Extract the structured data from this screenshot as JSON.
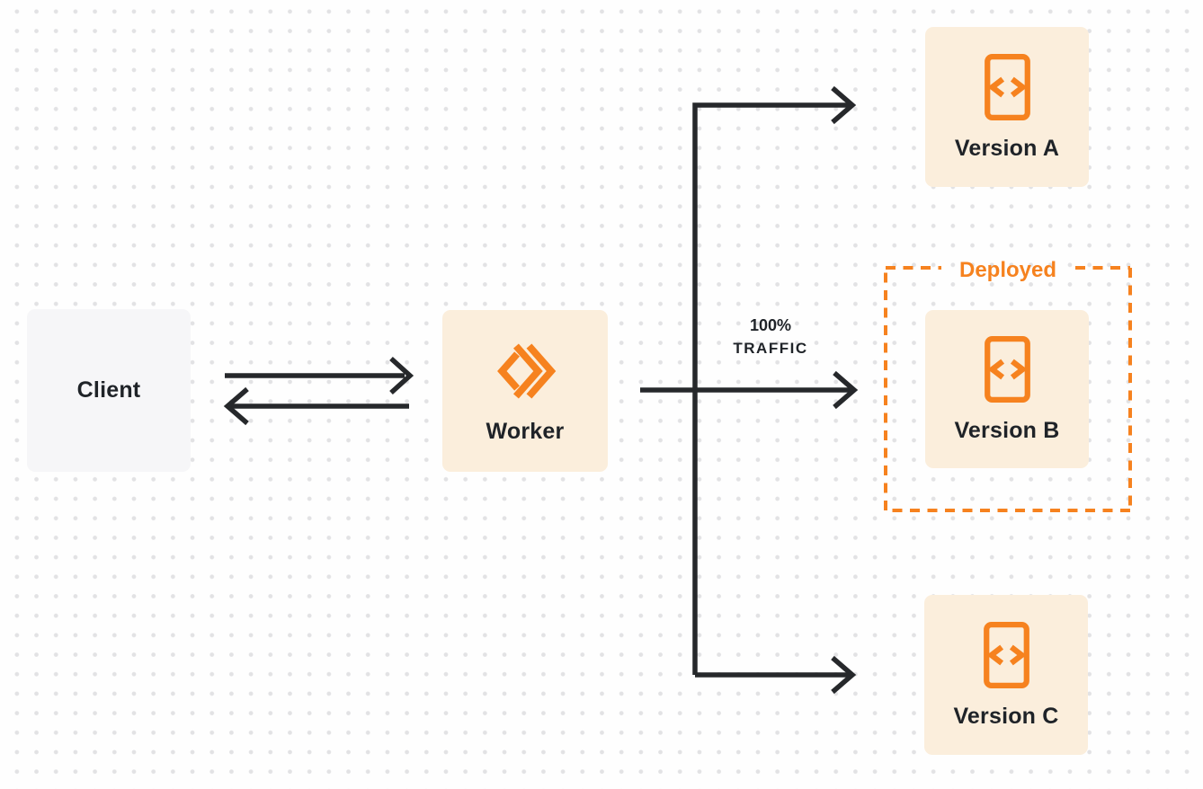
{
  "colors": {
    "orange": "#F6821F",
    "cream": "#FBEEDC",
    "graybox": "#F6F6F8",
    "arrow": "#26282B",
    "text": "#1F2328",
    "dot": "#E2E2E4",
    "bg": "#FEFEFE"
  },
  "nodes": {
    "client": {
      "label": "Client"
    },
    "worker": {
      "label": "Worker",
      "icon": "cloudflare-workers-icon"
    },
    "versions": [
      {
        "id": "version-a",
        "label": "Version A",
        "icon": "code-document-icon"
      },
      {
        "id": "version-b",
        "label": "Version B",
        "icon": "code-document-icon",
        "status": "Deployed"
      },
      {
        "id": "version-c",
        "label": "Version C",
        "icon": "code-document-icon"
      }
    ]
  },
  "annotations": {
    "deployed_label": "Deployed",
    "traffic_line1": "100%",
    "traffic_line2": "TRAFFIC"
  },
  "edges": [
    {
      "from": "client",
      "to": "worker",
      "direction": "bidirectional"
    },
    {
      "from": "worker",
      "to": "version-a"
    },
    {
      "from": "worker",
      "to": "version-b",
      "label": "100% TRAFFIC"
    },
    {
      "from": "worker",
      "to": "version-c"
    }
  ]
}
